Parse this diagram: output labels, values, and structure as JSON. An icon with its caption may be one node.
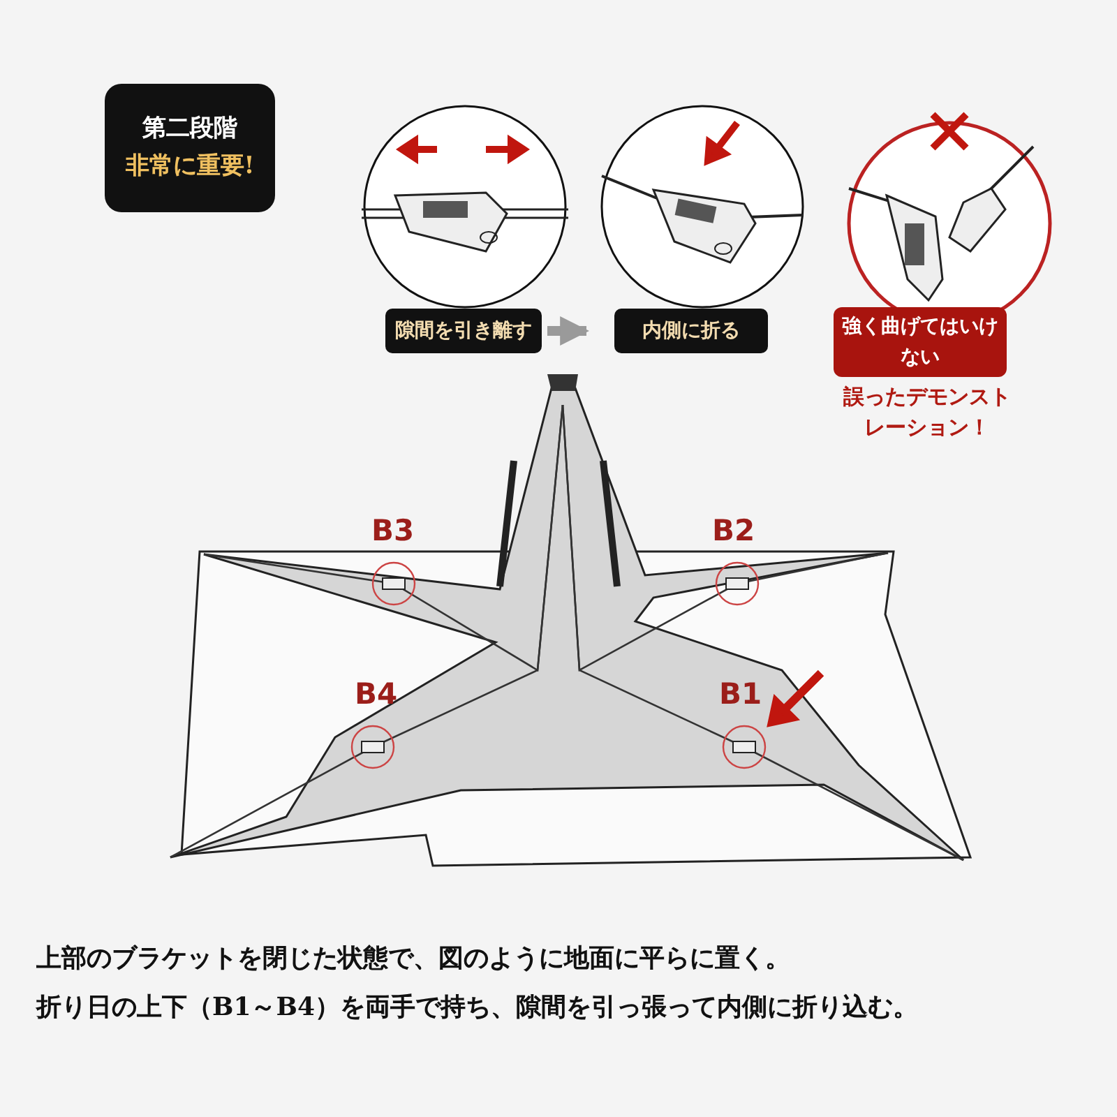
{
  "diagram": {
    "nodes": [
      {
        "text": [
          "第二段階",
          "非常に重要!"
        ]
      },
      {
        "text": [
          "隙間を引き離す"
        ]
      },
      {
        "text": [
          "内側に折る"
        ]
      },
      {
        "text": [
          "強く曲げてはいけない"
        ],
        "beside": [
          "誤ったデモンストレーション！"
        ]
      }
    ],
    "edges": [
      {
        "from": 1,
        "to": 2,
        "arrow": "to"
      }
    ],
    "labels": [
      "B3",
      "B2",
      "B4",
      "B1",
      "上部のブラケットを閉じた状態で、図のように地面に平らに置く。",
      "折り日の上下（B1～B4）を両手で持ち、隙間を引っ張って内側に折り込む。"
    ]
  }
}
